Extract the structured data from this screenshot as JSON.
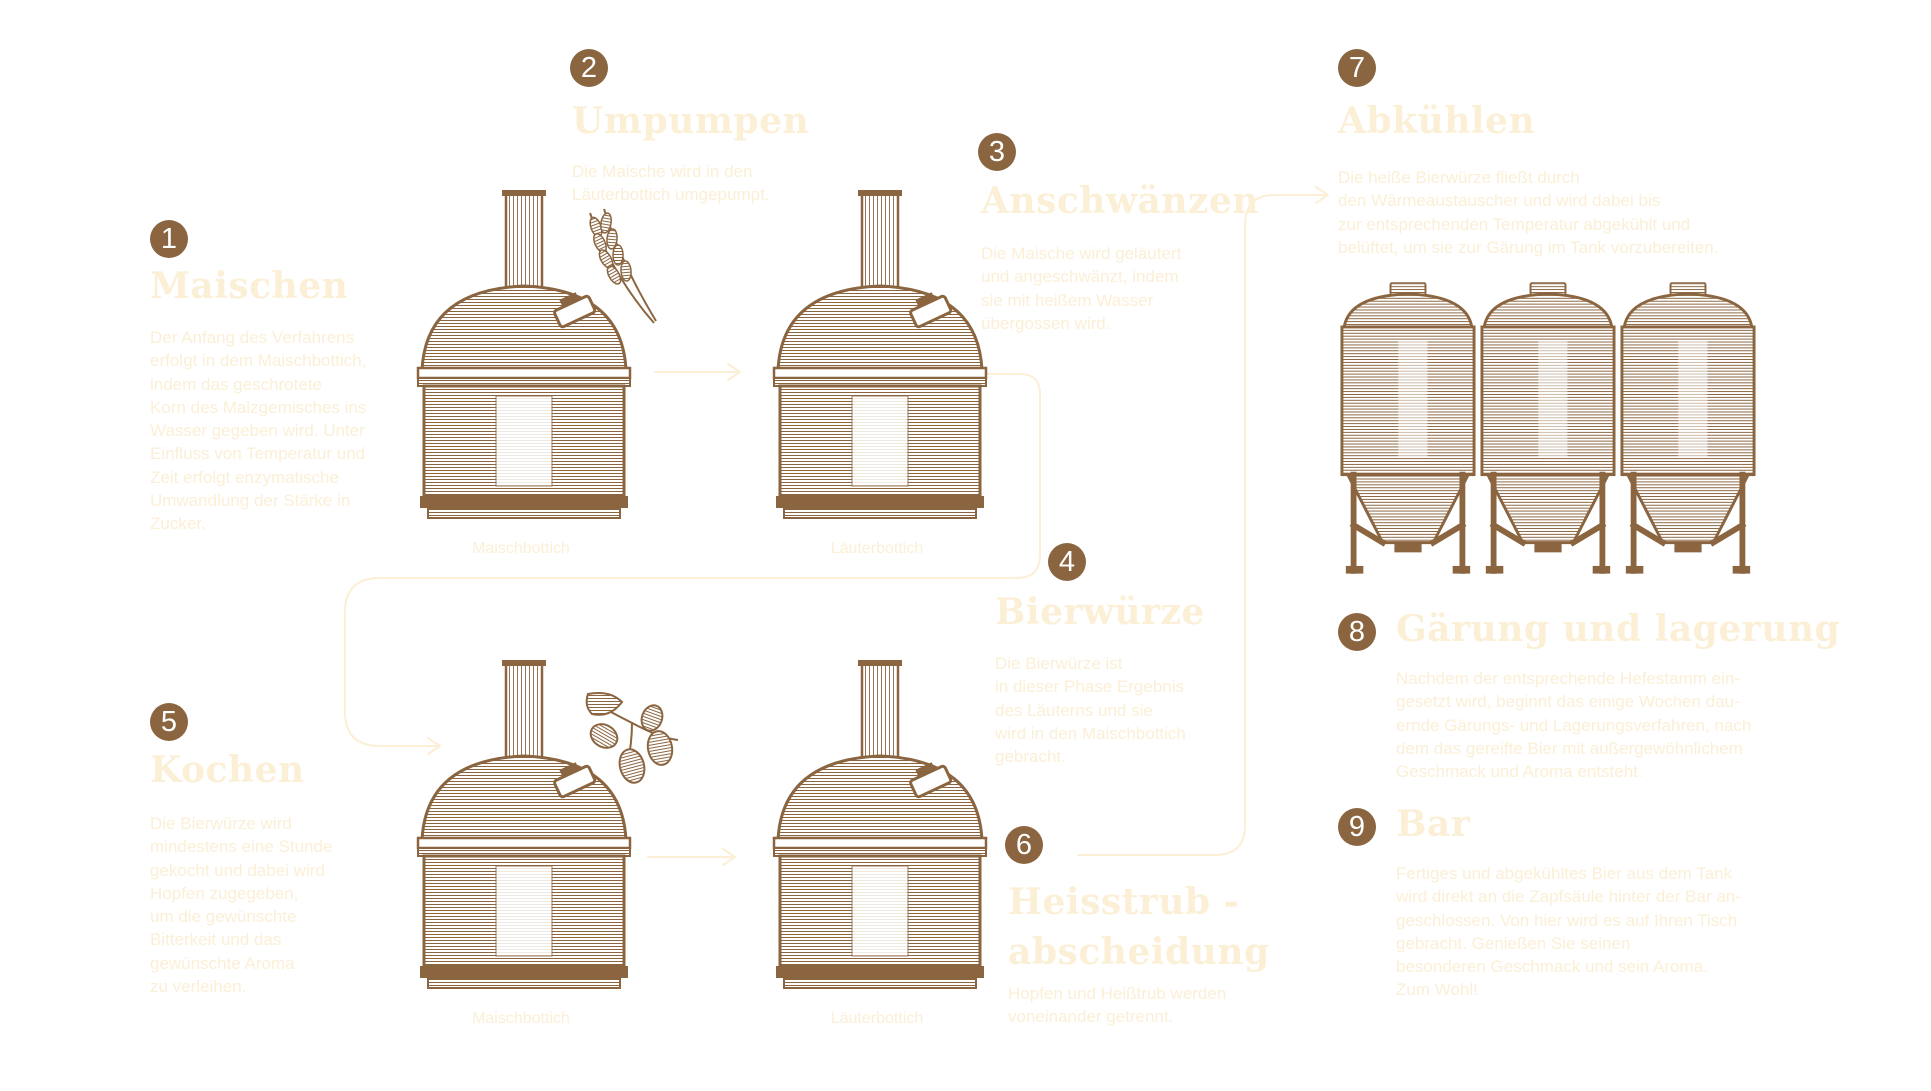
{
  "colors": {
    "accent": "#8a6540",
    "pale_text": "#fbefd6",
    "line": "#fbefd6"
  },
  "steps": [
    {
      "number": "1",
      "title": "Maischen",
      "text": "Der Anfang des Verfahrens\nerfolgt in dem Maischbottich,\nindem das geschrotete\nKorn des Malzgemisches ins\nWasser gegeben wird. Unter\nEinfluss von Temperatur und\nZeit erfolgt enzymatische\nUmwandlung der Stärke in\nZucker."
    },
    {
      "number": "2",
      "title": "Umpumpen",
      "text": "Die Maische wird in den\nLäuterbottich umgepumpt."
    },
    {
      "number": "3",
      "title": "Anschwänzen",
      "text": "Die Maische wird geläutert\nund angeschwänzt, indem\nsie mit heißem Wasser\nübergossen wird."
    },
    {
      "number": "4",
      "title": "Bierwürze",
      "text": "Die Bierwürze ist\nin dieser Phase Ergebnis\ndes Läuterns und sie\nwird in den Maischbottich\ngebracht."
    },
    {
      "number": "5",
      "title": "Kochen",
      "text": "Die Bierwürze wird\nmindestens eine Stunde\ngekocht und dabei wird\nHopfen zugegeben,\num die gewünschte\nBitterkeit und das\ngewünschte Aroma\nzu verleihen."
    },
    {
      "number": "6",
      "title": "Heisstrub -\nabscheidung",
      "text": "Hopfen und Heißtrub werden\nvoneinander getrennt."
    },
    {
      "number": "7",
      "title": "Abkühlen",
      "text": "Die heiße Bierwürze fließt durch\nden Wärmeaustauscher und wird dabei bis\nzur entsprechenden Temperatur abgekühlt und\nbelüftet, um sie zur Gärung im Tank vorzubereiten."
    },
    {
      "number": "8",
      "title": "Gärung und lagerung",
      "text": "Nachdem der entsprechende Hefestamm ein-\ngesetzt wird, beginnt das einige Wochen dau-\nernde Gärungs- und Lagerungsverfahren, nach\ndem das gereifte Bier mit außergewöhnlichem\nGeschmack und Aroma entsteht."
    },
    {
      "number": "9",
      "title": "Bar",
      "text": "Fertiges und abgekühltes Bier aus dem Tank\nwird direkt an die Zapfsäule hinter der Bar an-\ngeschlossen. Von hier wird es auf Ihren Tisch\ngebracht. Genießen Sie seinen\nbesonderen Geschmack und sein Aroma.\nZum Wohl!"
    }
  ],
  "captions": {
    "kettle_top_left": "Maischbottich",
    "kettle_top_right": "Läuterbottich",
    "kettle_bottom_left": "Maischbottich",
    "kettle_bottom_right": "Läuterbottich"
  },
  "icons": {
    "kettle": "brew-kettle-icon",
    "tank": "fermentation-tank-icon",
    "wheat": "wheat-icon",
    "hops": "hops-icon"
  }
}
